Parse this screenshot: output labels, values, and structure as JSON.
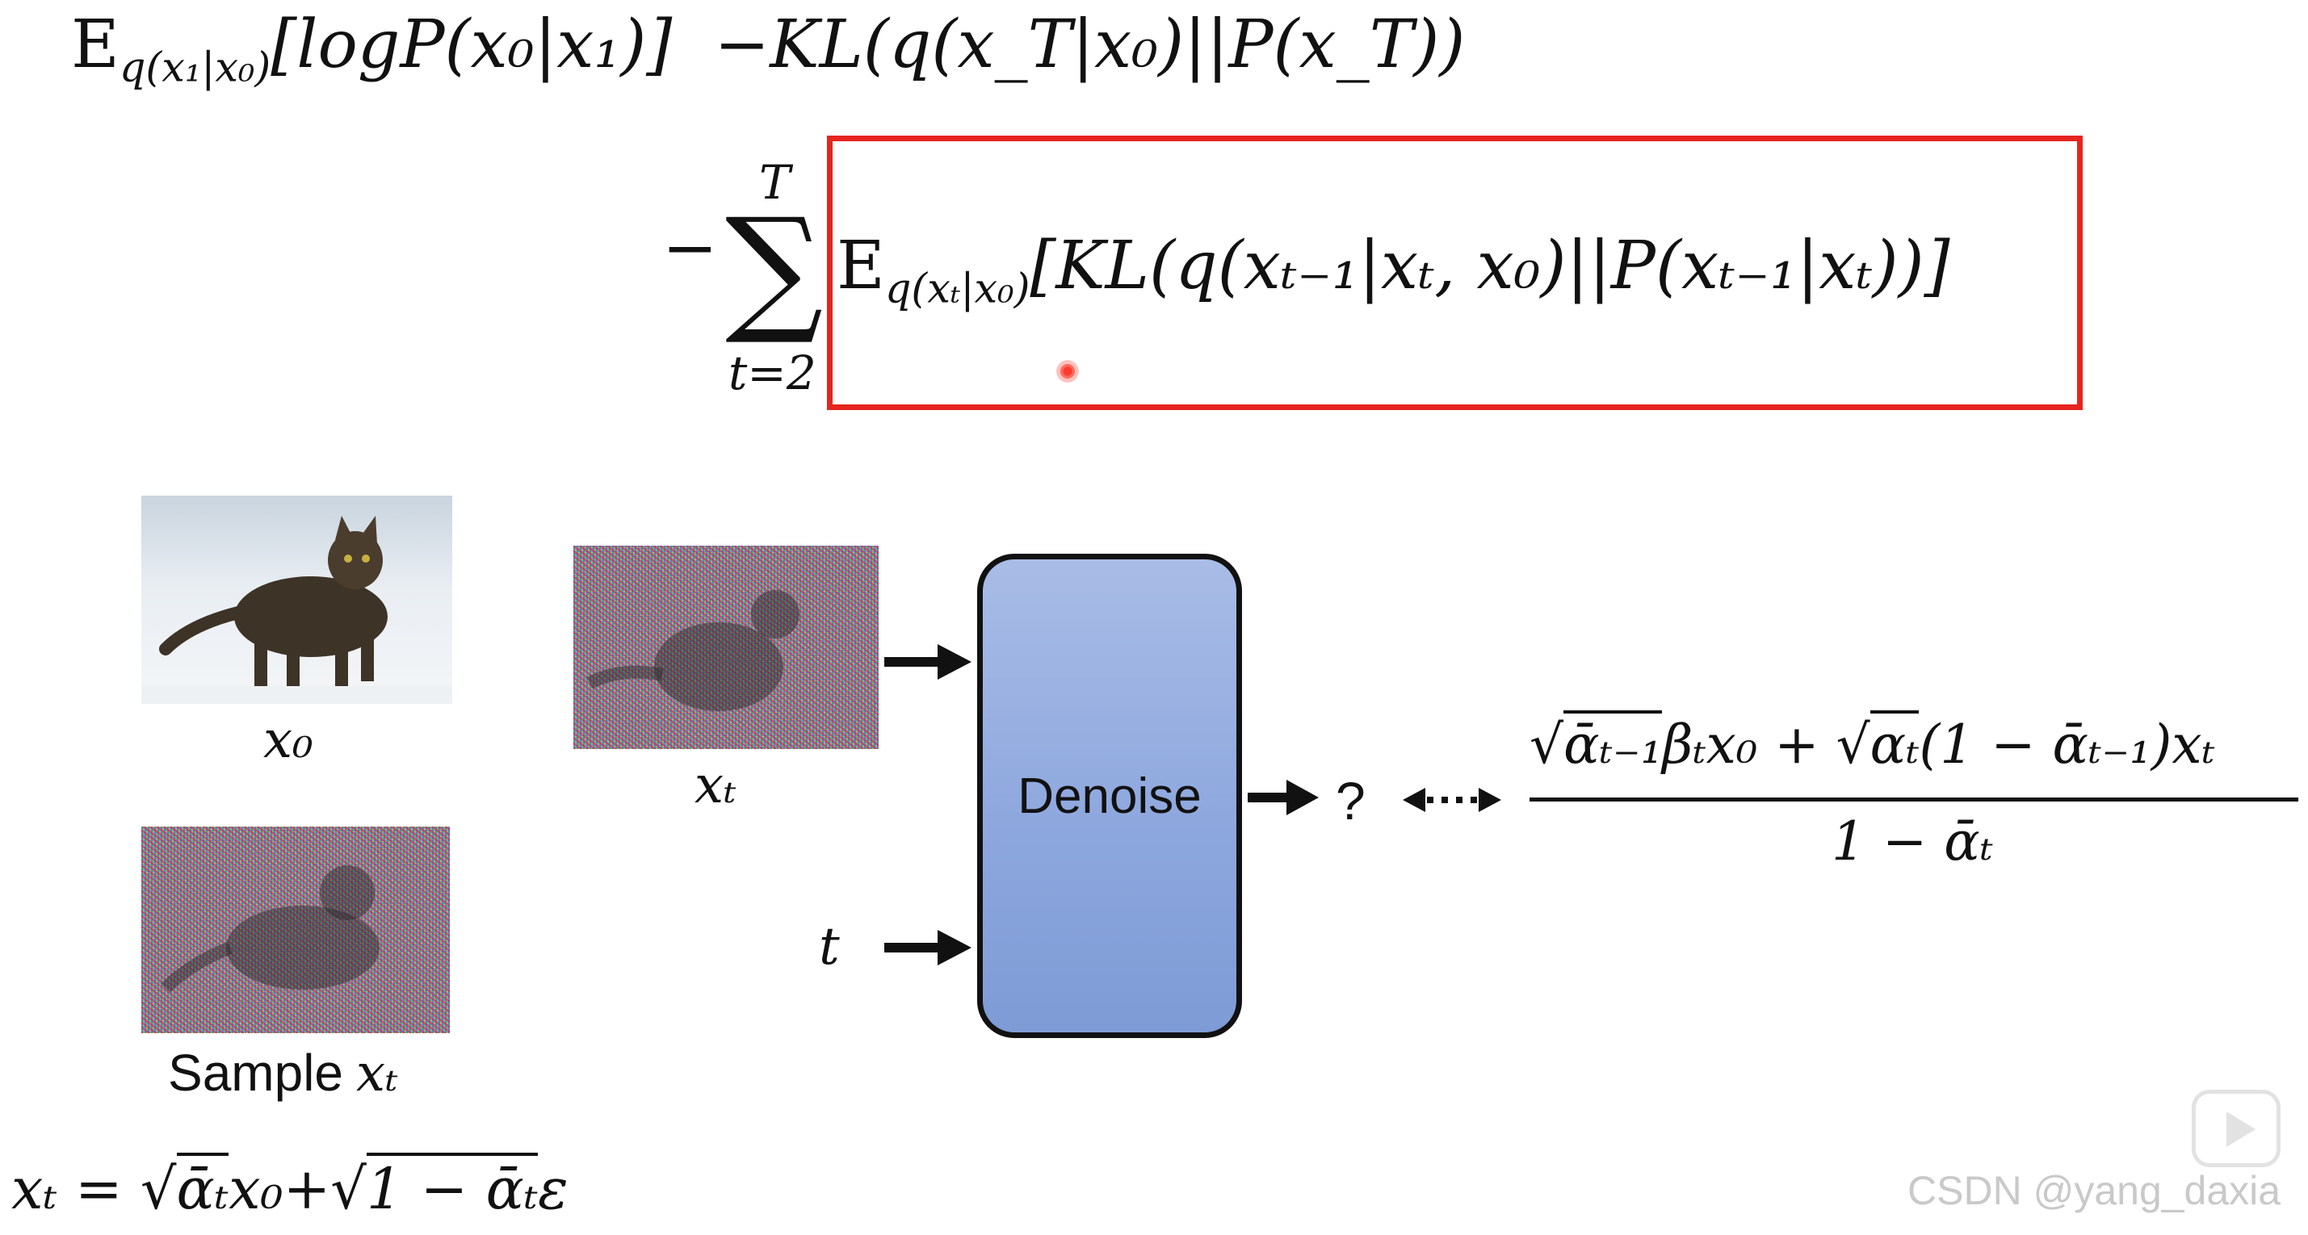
{
  "equation": {
    "E": "E",
    "term1_sub": "q(x₁|x₀)",
    "term1_body": "[logP(x₀|x₁)]",
    "term2": "−KL(q(x_T|x₀)||P(x_T))",
    "minus": "−",
    "sigma_top": "T",
    "sigma_bottom": "t=2",
    "term3_sub": "q(xₜ|x₀)",
    "term3_body": "[KL(q(xₜ₋₁|xₜ, x₀)||P(xₜ₋₁|xₜ))]"
  },
  "labels": {
    "x0": "x₀",
    "xt": "xₜ",
    "sample_word": "Sample",
    "sample_var": "xₜ",
    "t": "t",
    "question": "?",
    "denoise": "Denoise"
  },
  "formula_bottom": {
    "lhs": "xₜ",
    "rhs_a": "ᾱₜ",
    "rhs_b": "x₀+",
    "rhs_c": "1 − ᾱₜ",
    "rhs_d": "ε"
  },
  "posterior_mean": {
    "num_a": "ᾱₜ₋₁",
    "num_b": "βₜx₀ + ",
    "num_c": "αₜ",
    "num_d": "(1 − ᾱₜ₋₁)xₜ",
    "den": "1 − ᾱₜ"
  },
  "watermark": "CSDN @yang_daxia",
  "colors": {
    "highlight_box": "#e5251f",
    "denoise_fill": "#8ea8de"
  },
  "icons": [
    "play-icon",
    "laser-pointer-icon"
  ]
}
